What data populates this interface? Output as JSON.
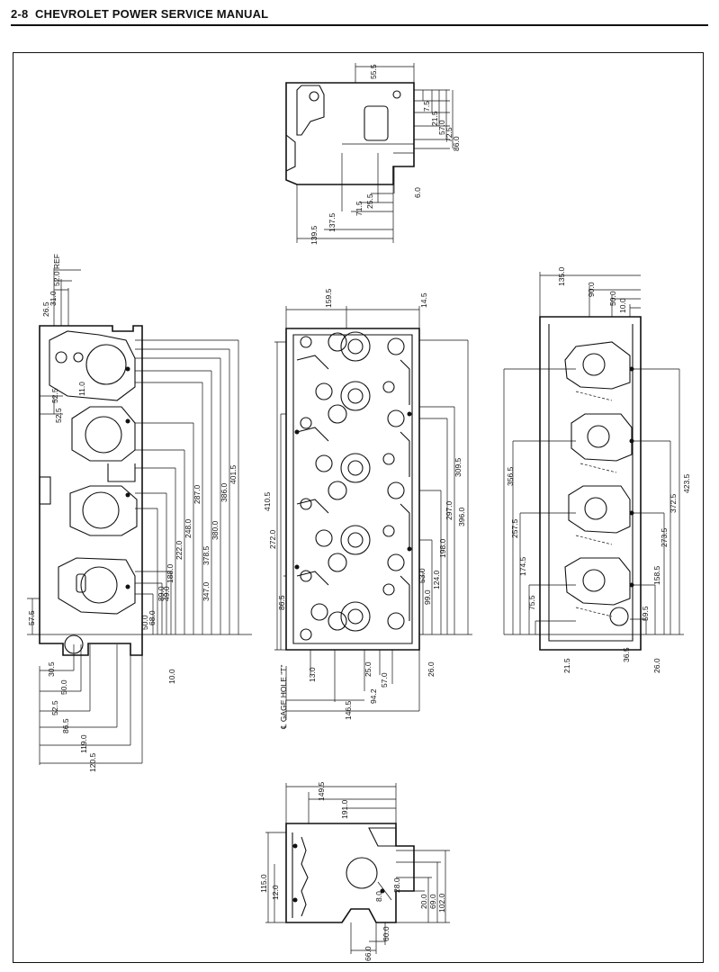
{
  "header": {
    "page_number": "2-8",
    "title": "CHEVROLET POWER SERVICE MANUAL"
  },
  "views": {
    "top_end_view": {
      "dims": [
        "55.5",
        "7.5",
        "21.5",
        "57.0",
        "72.5",
        "86.0",
        "6.0",
        "25.5",
        "71.5",
        "137.5",
        "139.5"
      ]
    },
    "left_side_view": {
      "dims_top": [
        "52.0 REF",
        "31.0",
        "26.5"
      ],
      "dims_vertical": [
        "401.5",
        "386.0",
        "380.0",
        "378.5",
        "347.0",
        "287.0",
        "248.0",
        "222.0",
        "188.0",
        "89.0",
        "68.0",
        "50.0",
        "49.0",
        "11.0",
        "52.5",
        "52.5",
        "57.5",
        "10.0"
      ],
      "dims_bottom": [
        "30.5",
        "50.0",
        "52.5",
        "86.5",
        "119.0",
        "120.5"
      ]
    },
    "center_face_view": {
      "dims_top": [
        "159.5",
        "14.5"
      ],
      "dims_right": [
        "309.5",
        "297.0",
        "396.0",
        "198.0",
        "124.0",
        "99.0",
        "53.0",
        "26.0"
      ],
      "dims_left": [
        "410.5",
        "272.0",
        "86.5"
      ],
      "dims_bottom": [
        "13.0",
        "25.0",
        "57.0",
        "94.2",
        "146.5"
      ],
      "gage_label": "℄ GAGE HOLE \"T\""
    },
    "right_side_view": {
      "dims_top": [
        "135.0",
        "90.0",
        "50.0",
        "10.0"
      ],
      "dims_left": [
        "356.5",
        "257.5",
        "174.5",
        "75.5",
        "21.5"
      ],
      "dims_right": [
        "423.5",
        "372.5",
        "273.5",
        "158.5",
        "59.5",
        "36.5",
        "26.0"
      ]
    },
    "bottom_end_view": {
      "dims": [
        "149.5",
        "191.0",
        "115.0",
        "12.0",
        "28.0",
        "8.0",
        "20.0",
        "69.0",
        "102.0",
        "66.0",
        "60.0"
      ]
    }
  }
}
